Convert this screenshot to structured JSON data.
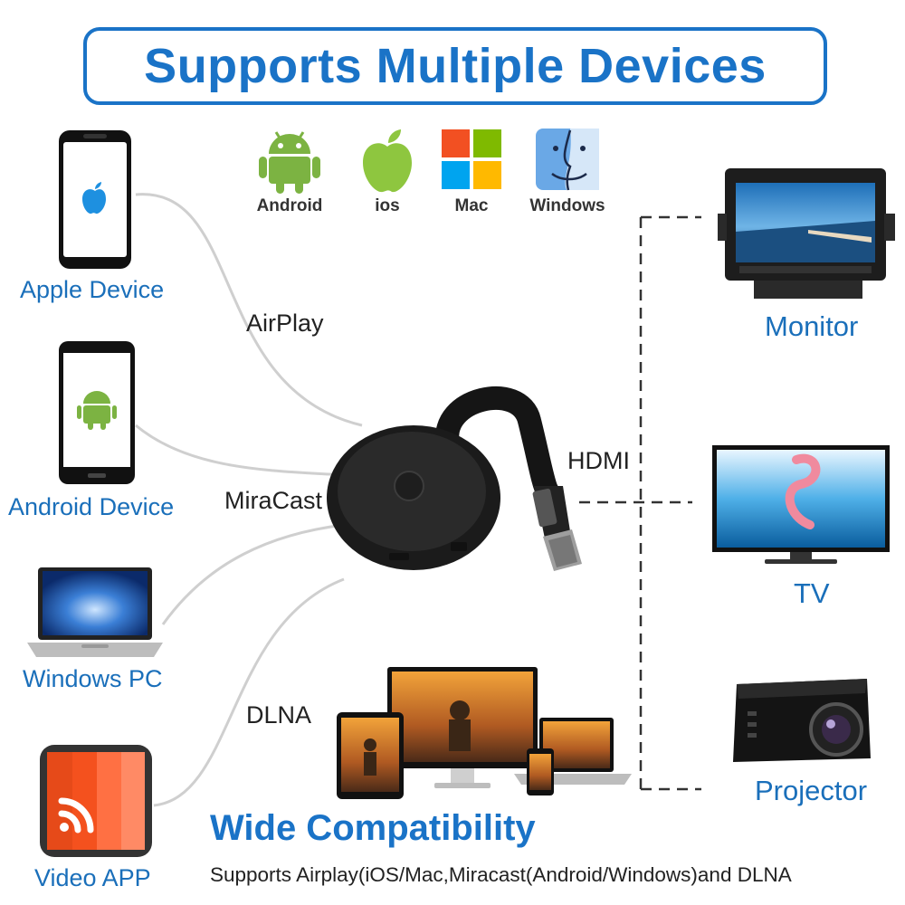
{
  "header": {
    "title": "Supports Multiple Devices"
  },
  "os_logos": [
    {
      "label": "Android",
      "icon": "android-icon"
    },
    {
      "label": "ios",
      "icon": "apple-icon"
    },
    {
      "label": "Mac",
      "icon": "windows-logo-icon"
    },
    {
      "label": "Windows",
      "icon": "mac-finder-icon"
    }
  ],
  "sources": [
    {
      "label": "Apple Device",
      "icon": "iphone-icon"
    },
    {
      "label": "Android Device",
      "icon": "android-phone-icon"
    },
    {
      "label": "Windows PC",
      "icon": "laptop-icon"
    },
    {
      "label": "Video APP",
      "icon": "video-app-icon"
    }
  ],
  "protocols": {
    "airplay": "AirPlay",
    "miracast": "MiraCast",
    "dlna": "DLNA",
    "hdmi": "HDMI"
  },
  "outputs": [
    {
      "label": "Monitor",
      "icon": "monitor-icon"
    },
    {
      "label": "TV",
      "icon": "tv-icon"
    },
    {
      "label": "Projector",
      "icon": "projector-icon"
    }
  ],
  "footer": {
    "title": "Wide Compatibility",
    "subtitle": "Supports Airplay(iOS/Mac,Miracast(Android/Windows)and DLNA"
  },
  "colors": {
    "accent": "#1a73c7",
    "android_green": "#7cb342"
  }
}
